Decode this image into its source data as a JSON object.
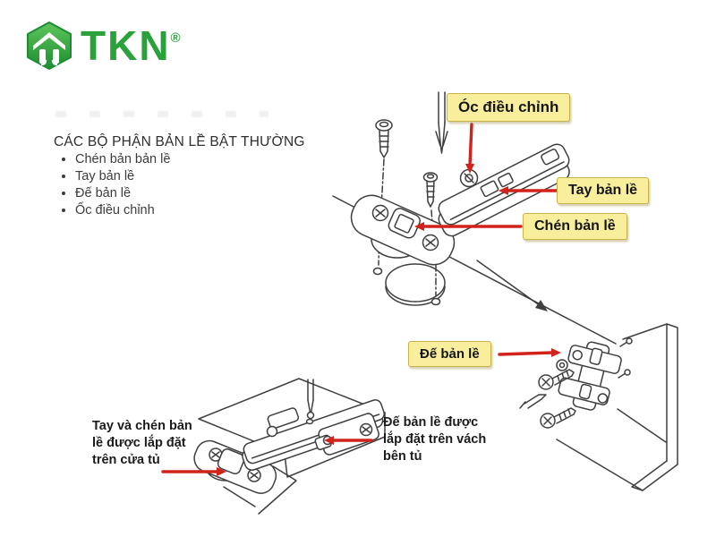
{
  "logo": {
    "brand": "TKN",
    "registered_mark": "®"
  },
  "left_panel": {
    "heading": "CÁC BỘ PHẬN BẢN LỀ BẬT THƯỜNG",
    "bullets": [
      "Chén bản bản lề",
      "Tay bản lề",
      "Đế bản lề",
      "Ốc điều chỉnh"
    ]
  },
  "callout_labels": {
    "adjustment_screw": "Óc điều chỉnh",
    "hinge_arm": "Tay bản lề",
    "hinge_cup": "Chén bản lề",
    "mounting_plate": "Đế bản lề"
  },
  "notes": {
    "door_note_lines": [
      "Tay và chén bản",
      "lề được lắp đặt",
      "trên cửa tủ"
    ],
    "cabinet_note_lines": [
      "Đế bản lề được",
      "lắp đặt trên vách",
      "bên tủ"
    ]
  },
  "colors": {
    "label_bg": "#f8ee9c",
    "label_border": "#c8b24a",
    "arrow_red": "#d0231b",
    "line_art": "#3f3f3f",
    "logo_green": "#2aa13a"
  }
}
